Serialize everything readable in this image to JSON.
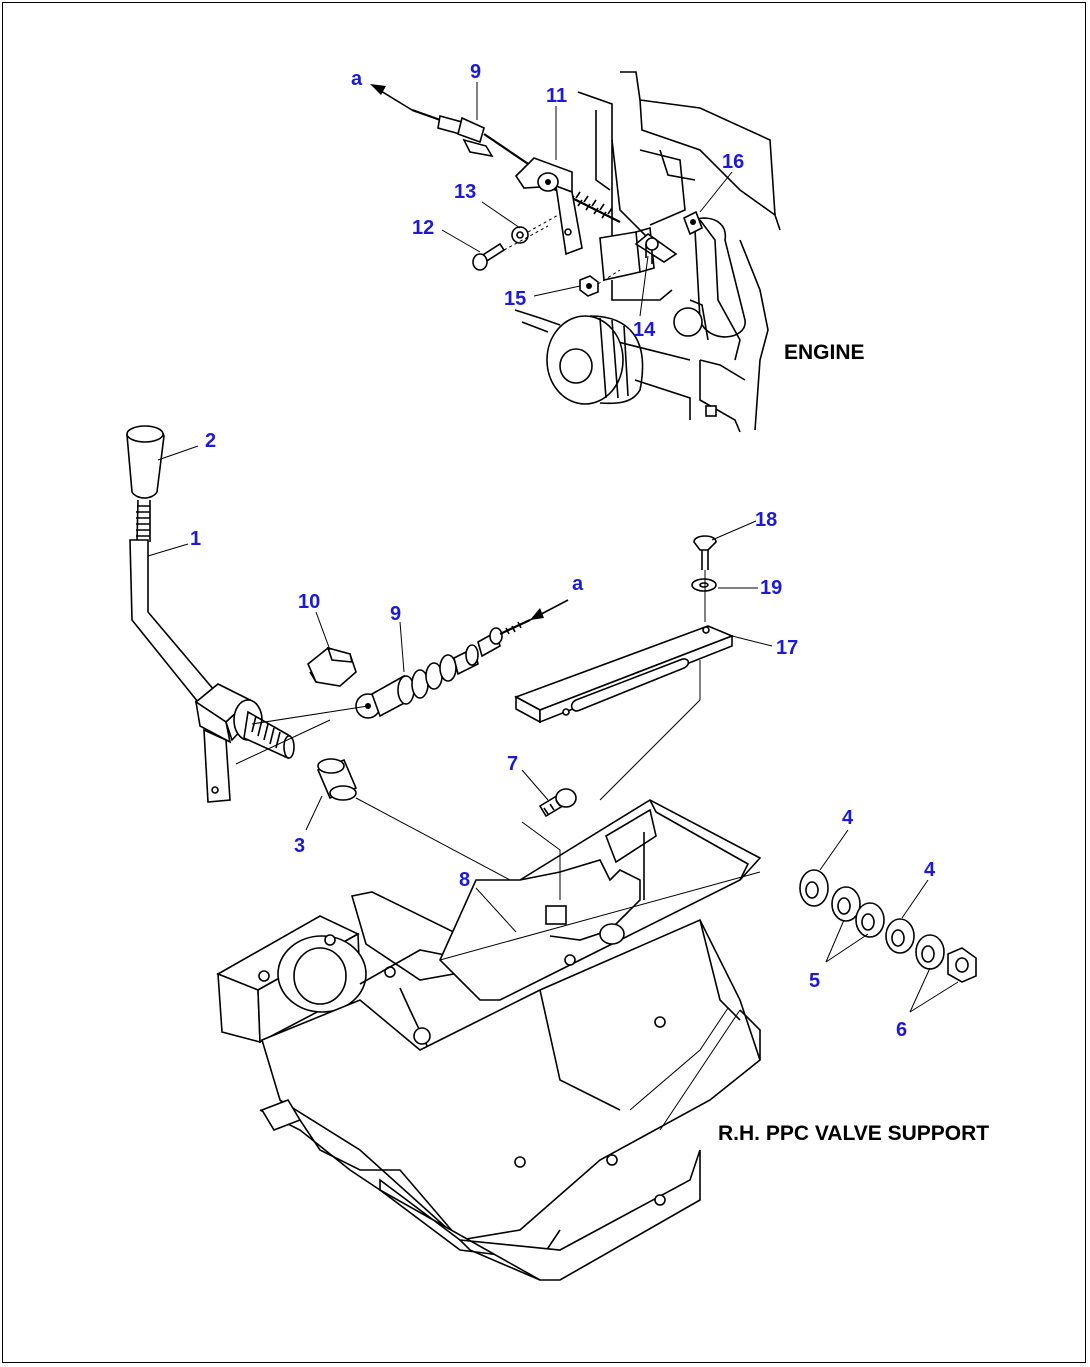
{
  "labels": {
    "n1": "1",
    "n2": "2",
    "n3": "3",
    "n4a": "4",
    "n4b": "4",
    "n5": "5",
    "n6": "6",
    "n7": "7",
    "n8": "8",
    "n9a": "9",
    "n9b": "9",
    "n10": "10",
    "n11": "11",
    "n12": "12",
    "n13": "13",
    "n14": "14",
    "n15": "15",
    "n16": "16",
    "n17": "17",
    "n18": "18",
    "n19": "19",
    "a1": "a",
    "a2": "a"
  },
  "captions": {
    "engine": "ENGINE",
    "support": "R.H. PPC VALVE SUPPORT"
  },
  "colors": {
    "callout": "#1a1ad8",
    "line": "#000000"
  }
}
